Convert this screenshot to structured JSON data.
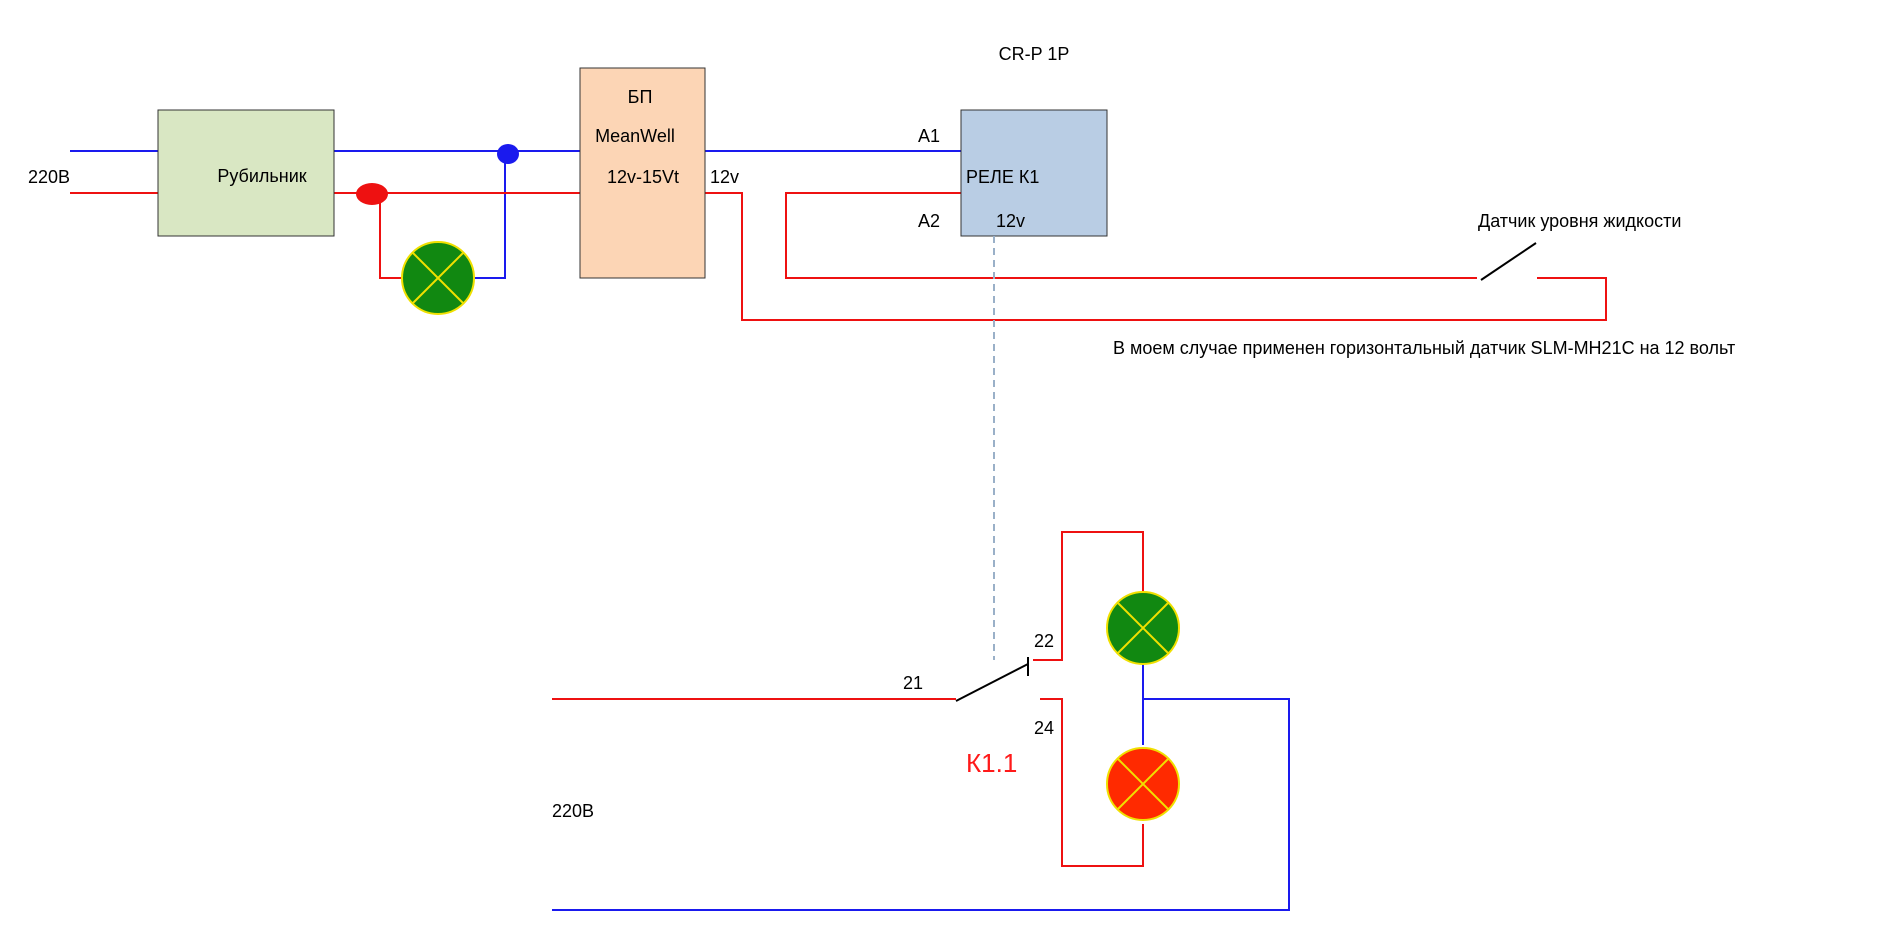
{
  "colors": {
    "phase_wire": "#ee1111",
    "neutral_wire": "#1a1aee",
    "switch_box": "#d9e7c3",
    "psu_box": "#fcd5b5",
    "relay_box": "#b9cde4",
    "lamp_green": "#118811",
    "lamp_red": "#ff2a00",
    "lamp_outline": "#f0e000",
    "mechanical_link": "#9ab0c8",
    "red_label": "#ff1a1a"
  },
  "labels": {
    "input_voltage": "220В",
    "switch": "Рубильник",
    "psu_line1": "БП",
    "psu_line2": "MeanWell",
    "psu_line3": "12v-15Vt",
    "psu_output": "12v",
    "relay_model": "CR-P 1P",
    "relay_name": "РЕЛЕ К1",
    "relay_voltage": "12v",
    "terminal_a1": "A1",
    "terminal_a2": "A2",
    "sensor": "Датчик уровня жидкости",
    "sensor_note": "В моем случае применен горизонтальный датчик SLM-MH21C на 12 вольт",
    "contact_common": "21",
    "contact_nc": "22",
    "contact_no": "24",
    "contact_name": "К1.1",
    "output_voltage": "220В"
  }
}
